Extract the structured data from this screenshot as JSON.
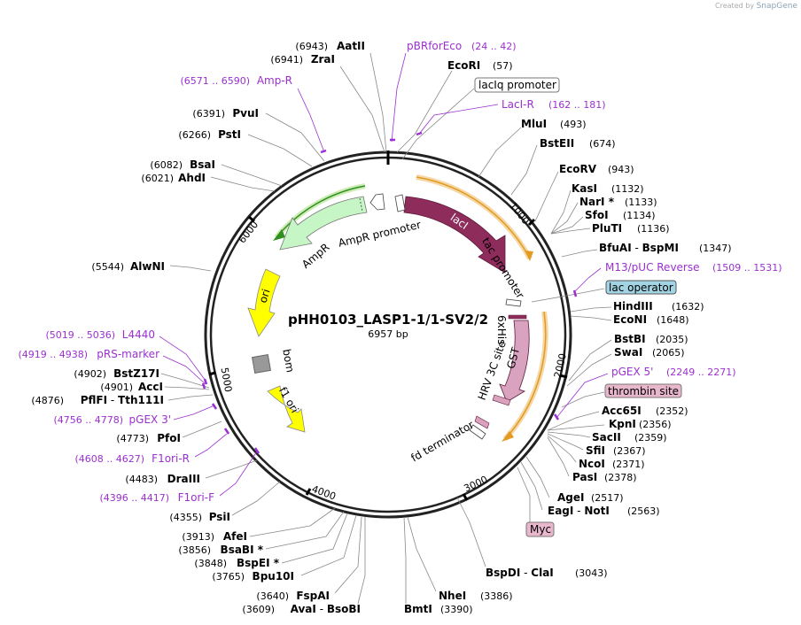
{
  "watermark": {
    "prefix": "Created by",
    "brand": "SnapGene"
  },
  "plasmid": {
    "name": "pHH0103_LASP1-1/1-SV2/2",
    "length": "6957 bp"
  },
  "colors": {
    "enzyme": "#000000",
    "primer": "#9b30d0",
    "lacI": "#8e2c5b",
    "ampr": "#c6f5c6",
    "ori": "#ffff00",
    "gst": "#d9a3bf",
    "orf": "#f0a830",
    "box_lac_operator": "#a3d4e3",
    "box_tag": "#e8b7cc"
  },
  "ticks": [
    {
      "label": "1000"
    },
    {
      "label": "2000"
    },
    {
      "label": "3000"
    },
    {
      "label": "4000"
    },
    {
      "label": "5000"
    },
    {
      "label": "6000"
    }
  ],
  "features": [
    {
      "name": "lacI"
    },
    {
      "name": "AmpR"
    },
    {
      "name": "AmpR promoter"
    },
    {
      "name": "ori"
    },
    {
      "name": "bom"
    },
    {
      "name": "f1 ori"
    },
    {
      "name": "tac promoter"
    },
    {
      "name": "6xHis"
    },
    {
      "name": "GST"
    },
    {
      "name": "HRV 3C site"
    },
    {
      "name": "fd terminator"
    }
  ],
  "boxed_features": [
    {
      "name": "lacIq promoter",
      "style": "white"
    },
    {
      "name": "lac operator",
      "style": "blue"
    },
    {
      "name": "thrombin site",
      "style": "pink"
    },
    {
      "name": "Myc",
      "style": "pink"
    }
  ],
  "enzymes_right": [
    {
      "name": "EcoRI",
      "pos": "(57)"
    },
    {
      "name": "MluI",
      "pos": "(493)"
    },
    {
      "name": "BstEII",
      "pos": "(674)"
    },
    {
      "name": "EcoRV",
      "pos": "(943)"
    },
    {
      "name": "KasI",
      "pos": "(1132)"
    },
    {
      "name": "NarI *",
      "pos": "(1133)"
    },
    {
      "name": "SfoI",
      "pos": "(1134)"
    },
    {
      "name": "PluTI",
      "pos": "(1136)"
    },
    {
      "name": "BfuAI",
      "name2": "BspMI",
      "pos": "(1347)"
    },
    {
      "name": "HindIII",
      "pos": "(1632)"
    },
    {
      "name": "EcoNI",
      "pos": "(1648)"
    },
    {
      "name": "BstBI",
      "pos": "(2035)"
    },
    {
      "name": "SwaI",
      "pos": "(2065)"
    },
    {
      "name": "Acc65I",
      "pos": "(2352)"
    },
    {
      "name": "KpnI",
      "pos": "(2356)"
    },
    {
      "name": "SacII",
      "pos": "(2359)"
    },
    {
      "name": "SfiI",
      "pos": "(2367)"
    },
    {
      "name": "NcoI",
      "pos": "(2371)"
    },
    {
      "name": "PasI",
      "pos": "(2378)"
    },
    {
      "name": "AgeI",
      "pos": "(2517)"
    },
    {
      "name": "EagI",
      "name2": "NotI",
      "pos": "(2563)"
    },
    {
      "name": "BspDI",
      "name2": "ClaI",
      "pos": "(3043)"
    },
    {
      "name": "NheI",
      "pos": "(3386)"
    },
    {
      "name": "BmtI",
      "pos": "(3390)"
    }
  ],
  "enzymes_left": [
    {
      "name": "AatII",
      "pos": "(6943)"
    },
    {
      "name": "ZraI",
      "pos": "(6941)"
    },
    {
      "name": "PvuI",
      "pos": "(6391)"
    },
    {
      "name": "PstI",
      "pos": "(6266)"
    },
    {
      "name": "BsaI",
      "pos": "(6082)"
    },
    {
      "name": "AhdI",
      "pos": "(6021)"
    },
    {
      "name": "AlwNI",
      "pos": "(5544)"
    },
    {
      "name": "BstZ17I",
      "pos": "(4902)"
    },
    {
      "name": "AccI",
      "pos": "(4901)"
    },
    {
      "name": "PflFI",
      "name2": "Tth111I",
      "pos": "(4876)"
    },
    {
      "name": "PfoI",
      "pos": "(4773)"
    },
    {
      "name": "DraIII",
      "pos": "(4483)"
    },
    {
      "name": "PsiI",
      "pos": "(4355)"
    },
    {
      "name": "AfeI",
      "pos": "(3913)"
    },
    {
      "name": "BsaBI *",
      "pos": "(3856)"
    },
    {
      "name": "BspEI *",
      "pos": "(3848)"
    },
    {
      "name": "Bpu10I",
      "pos": "(3765)"
    },
    {
      "name": "FspAI",
      "pos": "(3640)"
    },
    {
      "name": "AvaI",
      "name2": "BsoBI",
      "pos": "(3609)"
    }
  ],
  "primers_right": [
    {
      "name": "pBRforEco",
      "range": "(24 .. 42)"
    },
    {
      "name": "LacI-R",
      "range": "(162 .. 181)"
    },
    {
      "name": "M13/pUC Reverse",
      "range": "(1509 .. 1531)"
    },
    {
      "name": "pGEX 5'",
      "range": "(2249 .. 2271)"
    }
  ],
  "primers_left": [
    {
      "name": "Amp-R",
      "range": "(6571 .. 6590)"
    },
    {
      "name": "L4440",
      "range": "(5019 .. 5036)"
    },
    {
      "name": "pRS-marker",
      "range": "(4919 .. 4938)"
    },
    {
      "name": "pGEX 3'",
      "range": "(4756 .. 4778)"
    },
    {
      "name": "F1ori-R",
      "range": "(4608 .. 4627)"
    },
    {
      "name": "F1ori-F",
      "range": "(4396 .. 4417)"
    }
  ]
}
